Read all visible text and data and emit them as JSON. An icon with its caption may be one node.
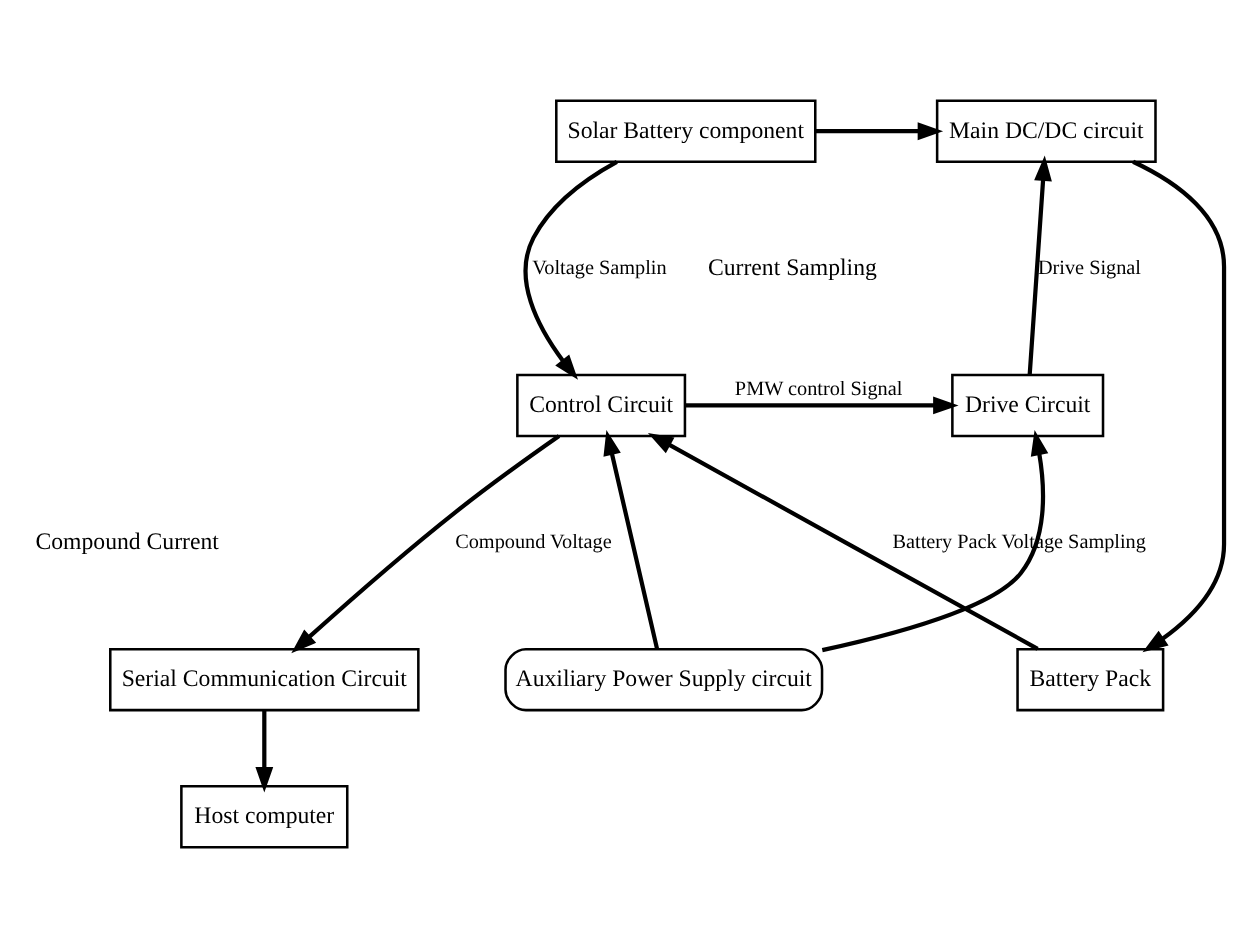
{
  "diagram": {
    "nodes": [
      {
        "text": [
          "Solar Battery component"
        ]
      },
      {
        "text": [
          "Main DC/DC circuit"
        ]
      },
      {
        "text": [
          "Control Circuit"
        ]
      },
      {
        "text": [
          "Drive Circuit"
        ]
      },
      {
        "text": [
          "Serial Communication Circuit"
        ]
      },
      {
        "text": [
          "Auxiliary Power Supply circuit"
        ]
      },
      {
        "text": [
          "Battery Pack"
        ]
      },
      {
        "text": [
          "Host computer"
        ]
      }
    ],
    "edges": [
      {
        "from": 0,
        "to": 1,
        "arrow": "to"
      },
      {
        "from": 1,
        "to": 6,
        "arrow": "to"
      },
      {
        "from": 0,
        "to": 2,
        "arrow": "to",
        "label": "Voltage Samplin"
      },
      {
        "from": 2,
        "to": 3,
        "arrow": "to",
        "label": "PMW control Signal"
      },
      {
        "from": 3,
        "to": 1,
        "arrow": "to",
        "label": "Drive Signal"
      },
      {
        "from": 2,
        "to": 4,
        "arrow": "to",
        "label": "Compound Voltage"
      },
      {
        "from": 5,
        "to": 3,
        "arrow": "to"
      },
      {
        "from": 5,
        "to": 2,
        "arrow": "to"
      },
      {
        "from": 6,
        "to": 2,
        "arrow": "to",
        "label": "Battery Pack Voltage Sampling"
      },
      {
        "from": 4,
        "to": 7,
        "arrow": "to"
      }
    ],
    "labels": [
      "Current Sampling",
      "Compound Current"
    ]
  }
}
